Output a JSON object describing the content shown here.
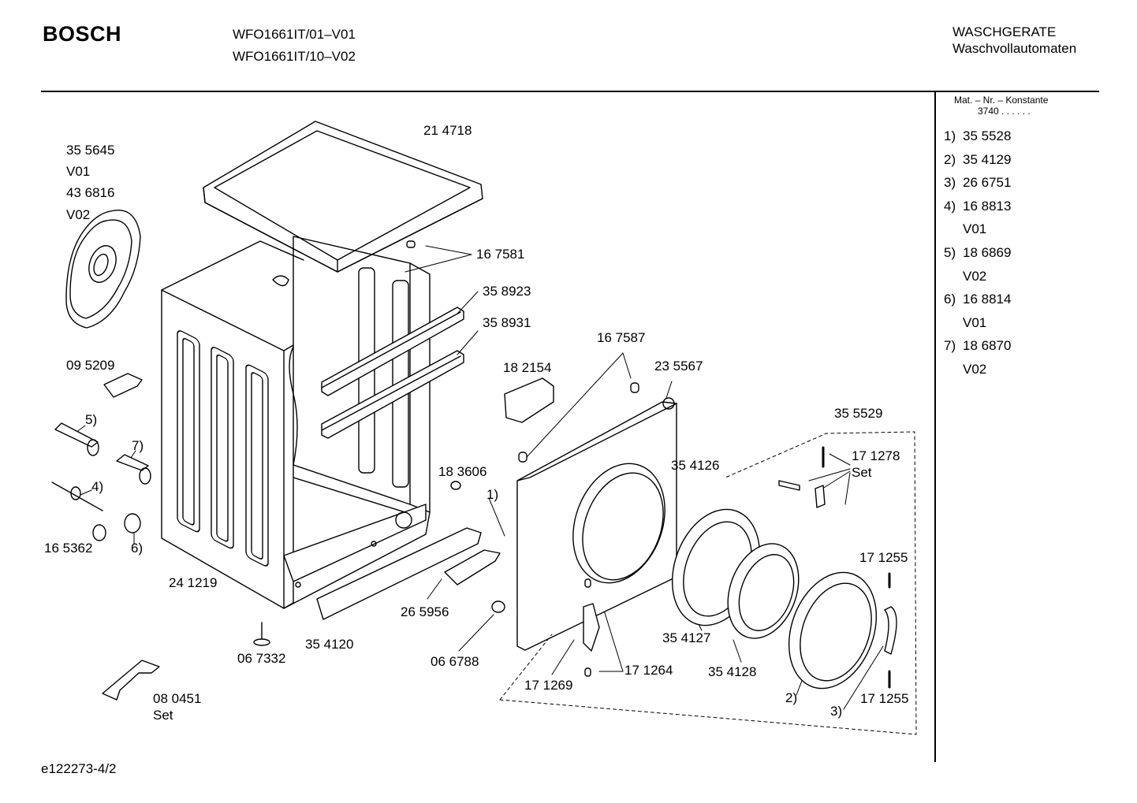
{
  "header": {
    "brand": "BOSCH",
    "models": [
      "WFO1661IT/01–V01",
      "WFO1661IT/10–V02"
    ],
    "category_line1": "WASCHGERATE",
    "category_line2": "Waschvollautomaten"
  },
  "sidebar": {
    "mat_label": "Mat. – Nr. – Konstante",
    "mat_constant": "3740  .  .  .  .  .  .",
    "notes": [
      {
        "num": "1)",
        "text": "35 5528"
      },
      {
        "num": "2)",
        "text": "35 4129"
      },
      {
        "num": "3)",
        "text": "26 6751"
      },
      {
        "num": "4)",
        "text": "16 8813"
      },
      {
        "num": "",
        "text": "V01"
      },
      {
        "num": "5)",
        "text": "18 6869"
      },
      {
        "num": "",
        "text": "V02"
      },
      {
        "num": "6)",
        "text": "16 8814"
      },
      {
        "num": "",
        "text": "V01"
      },
      {
        "num": "7)",
        "text": "18 6870"
      },
      {
        "num": "",
        "text": "V02"
      }
    ]
  },
  "part_labels": {
    "top_cover": "21 4718",
    "rear_cover": "35 5645",
    "rear_cover_v01": "V01",
    "rear_cover_alt": "43 6816",
    "rear_cover_v02": "V02",
    "clip_top": "16 7581",
    "rail_upper": "35 8923",
    "rail_lower": "35 8931",
    "clip_small": "16 7587",
    "door_lock": "18 2154",
    "front_panel": "23 5567",
    "door_assembly": "35 5529",
    "bracket": "09 5209",
    "hinge_set": "17 1278",
    "hinge_set_word": "Set",
    "ref5": "5)",
    "ref7": "7)",
    "ref4": "4)",
    "ref6": "6)",
    "ref1": "1)",
    "ref2": "2)",
    "ref3": "3)",
    "plug": "18 3606",
    "bellows_ring": "35 4126",
    "knob": "16 5362",
    "cabinet": "24 1219",
    "plinth_cover": "26 5956",
    "foot": "06 7332",
    "plinth": "35 4120",
    "lamp": "06 6788",
    "hinge": "17 1269",
    "bushing": "17 1264",
    "door_ring_inner": "35 4127",
    "door_glass": "35 4128",
    "handle_pin_top": "17 1255",
    "handle_pin_bottom": "17 1255",
    "transport_tool": "08 0451",
    "transport_tool_word": "Set"
  },
  "footer": {
    "drawing_id": "e122273-4/2"
  }
}
